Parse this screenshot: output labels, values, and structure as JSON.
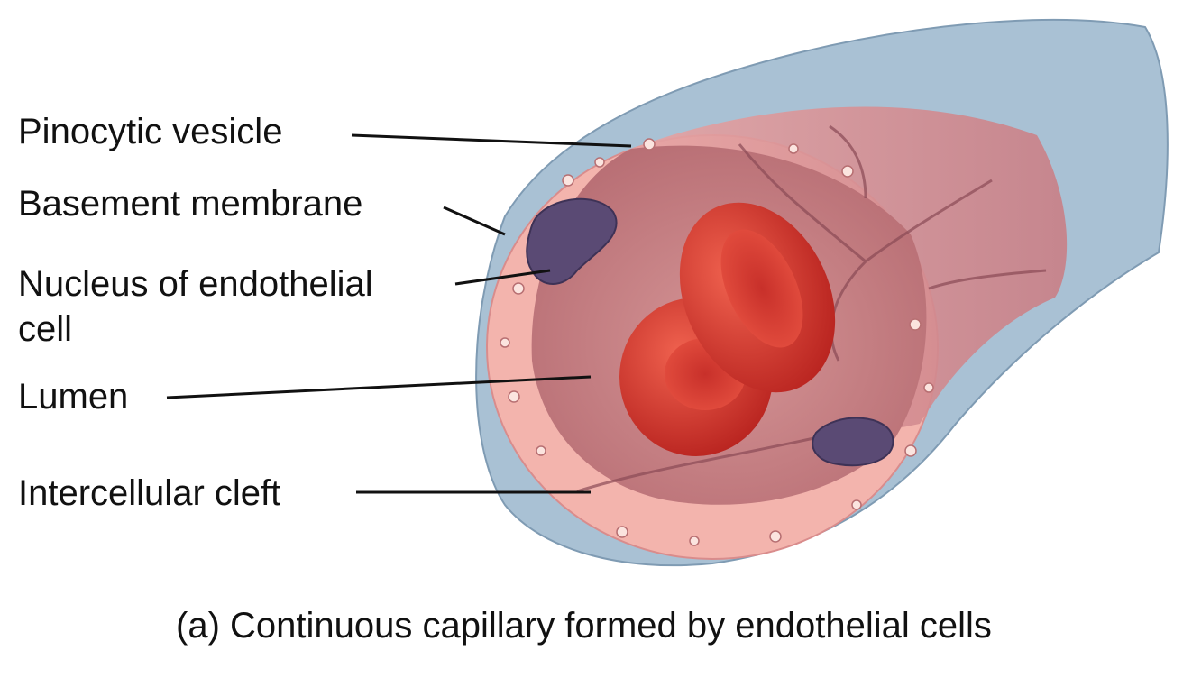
{
  "labels": {
    "pinocytic_vesicle": "Pinocytic vesicle",
    "basement_membrane": "Basement membrane",
    "nucleus": "Nucleus of endothelial\ncell",
    "lumen": "Lumen",
    "intercellular_cleft": "Intercellular cleft"
  },
  "caption": "(a) Continuous capillary formed by endothelial cells",
  "colors": {
    "basement_membrane": "#9fb9cf",
    "endothelium": "#f2b2ab",
    "lumen": "#c9787c",
    "inner_wall": "#dd9a9a",
    "nucleus": "#5a4a74",
    "red_blood_cell": "#d63a2f",
    "leader_line": "#111111"
  }
}
